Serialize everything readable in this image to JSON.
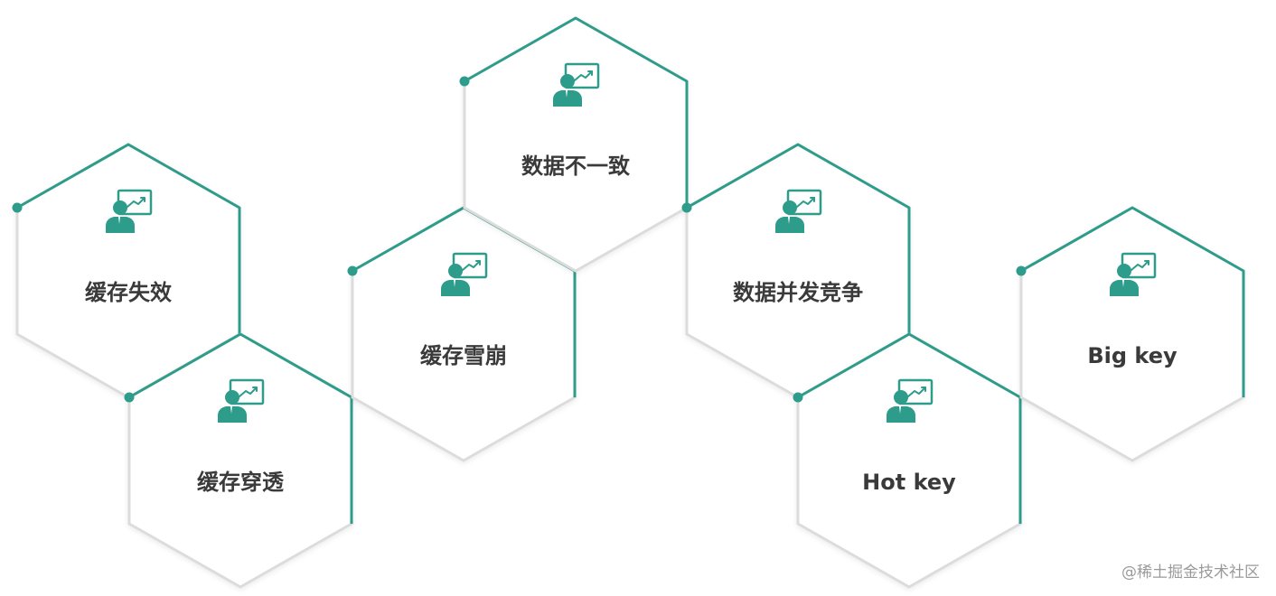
{
  "diagram": {
    "accent_color": "#2e9c8a",
    "border_color": "#dcdcdc",
    "text_color": "#3a3a3a",
    "icon": "presenter-with-chart-icon",
    "nodes": [
      {
        "id": "cache-invalidation",
        "label": "缓存失效"
      },
      {
        "id": "cache-penetration",
        "label": "缓存穿透"
      },
      {
        "id": "cache-avalanche",
        "label": "缓存雪崩"
      },
      {
        "id": "data-inconsistency",
        "label": "数据不一致"
      },
      {
        "id": "data-concurrency",
        "label": "数据并发竞争"
      },
      {
        "id": "hot-key",
        "label": "Hot key"
      },
      {
        "id": "big-key",
        "label": "Big key"
      }
    ]
  },
  "watermark": "@稀土掘金技术社区"
}
